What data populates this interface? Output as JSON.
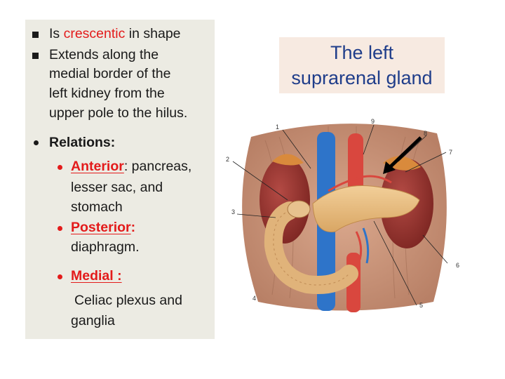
{
  "bullets": {
    "shape_pre": "Is ",
    "shape_em": "crescentic",
    "shape_post": " in shape",
    "extends": [
      "Extends along the",
      "medial border of the",
      "left kidney from the",
      "upper pole to the hilus."
    ],
    "relations_heading": "Relations:",
    "anterior_label": "Anterior",
    "anterior_colon": ":",
    "anterior_text": " pancreas,",
    "anterior_cont": [
      "lesser sac, and",
      "stomach"
    ],
    "posterior_label": "Posterior",
    "posterior_colon": ":",
    "posterior_cont": "diaphragm.",
    "medial_label": "Medial :",
    "medial_cont": [
      "Celiac plexus and",
      "ganglia"
    ]
  },
  "title": {
    "line1": "The left",
    "line2": "suprarenal gland"
  },
  "figure": {
    "labels": [
      "1",
      "2",
      "3",
      "4",
      "5",
      "6",
      "7",
      "8",
      "9"
    ]
  },
  "colors": {
    "panel_bg": "#ecebe3",
    "accent_red": "#e31b1b",
    "title_blue": "#1f3d8a",
    "title_bg": "#f7eae1"
  }
}
